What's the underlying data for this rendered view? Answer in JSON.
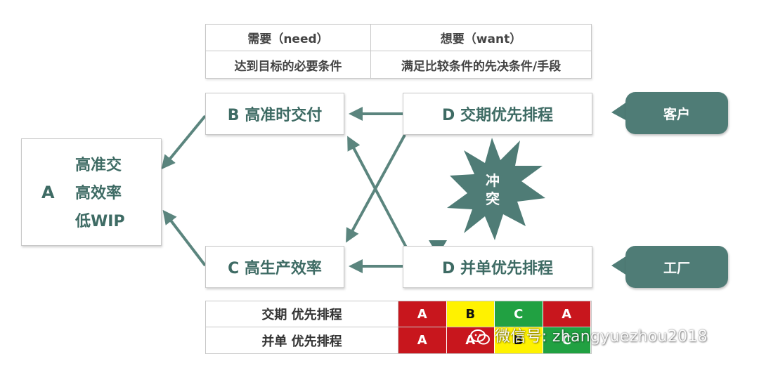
{
  "top_table": {
    "need_header": "需要（need）",
    "want_header": "想要（want）",
    "need_desc": "达到目标的必要条件",
    "want_desc": "满足比较条件的先决条件/手段"
  },
  "box_a": {
    "letter": "A",
    "lines": [
      "高准交",
      "高效率",
      "低WIP"
    ]
  },
  "box_b": {
    "label": "B 高准时交付"
  },
  "box_c": {
    "label": "C 高生产效率"
  },
  "box_d_top": {
    "label": "D 交期优先排程"
  },
  "box_d_bottom": {
    "label": "D 并单优先排程"
  },
  "callouts": {
    "customer": "客户",
    "factory": "工厂"
  },
  "conflict": {
    "line1": "冲",
    "line2": "突"
  },
  "schedule_table": {
    "rows": [
      {
        "label": "交期 优先排程",
        "cells": [
          "A",
          "B",
          "C",
          "A"
        ]
      },
      {
        "label": "并单 优先排程",
        "cells": [
          "A",
          "A",
          "B",
          "C"
        ]
      }
    ],
    "colors": {
      "row1": [
        "#c8161d",
        "#fff200",
        "#21a142",
        "#c8161d"
      ],
      "row2": [
        "#c8161d",
        "#c8161d",
        "#fff200",
        "#21a142"
      ]
    }
  },
  "watermark": {
    "text": "微信号: zhangyuezhou2018"
  },
  "colors": {
    "accent": "#4f7c76",
    "text": "#3e6b64"
  }
}
